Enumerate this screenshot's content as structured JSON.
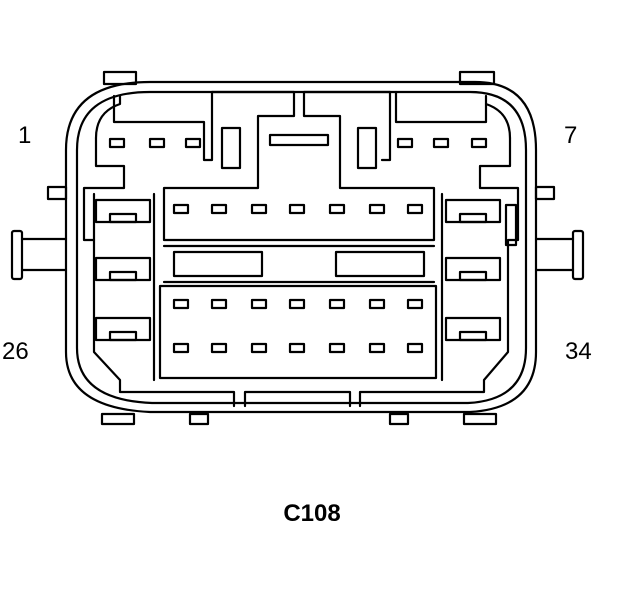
{
  "connector": {
    "name": "C108",
    "pin_labels": {
      "top_left": "1",
      "top_right": "7",
      "bottom_left": "26",
      "bottom_right": "34"
    }
  },
  "colors": {
    "line": "#000000",
    "background": "#ffffff"
  }
}
